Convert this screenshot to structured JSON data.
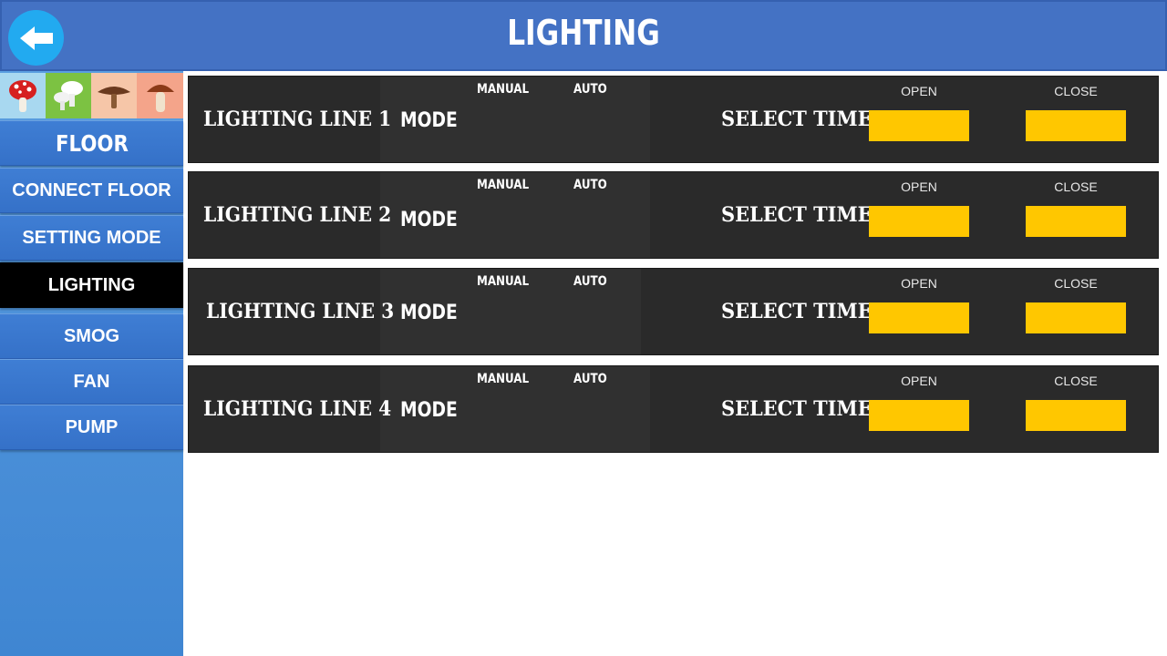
{
  "header": {
    "title": "LIGHTING"
  },
  "sidebar": {
    "floor_label": "FLOOR",
    "items": [
      {
        "label": "CONNECT FLOOR"
      },
      {
        "label": "SETTING MODE"
      },
      {
        "label": "LIGHTING"
      },
      {
        "label": "SMOG"
      },
      {
        "label": "FAN"
      },
      {
        "label": "PUMP"
      }
    ]
  },
  "rows": [
    {
      "line": "LIGHTING LINE 1",
      "mode": "MODE",
      "manual": "MANUAL",
      "auto": "AUTO",
      "select_time": "SELECT TIME",
      "open": "OPEN",
      "close": "CLOSE"
    },
    {
      "line": "LIGHTING LINE 2",
      "mode": "MODE",
      "manual": "MANUAL",
      "auto": "AUTO",
      "select_time": "SELECT TIME",
      "open": "OPEN",
      "close": "CLOSE"
    },
    {
      "line": "LIGHTING LINE 3",
      "mode": "MODE",
      "manual": "MANUAL",
      "auto": "AUTO",
      "select_time": "SELECT TIME",
      "open": "OPEN",
      "close": "CLOSE"
    },
    {
      "line": "LIGHTING LINE 4",
      "mode": "MODE",
      "manual": "MANUAL",
      "auto": "AUTO",
      "select_time": "SELECT TIME",
      "open": "OPEN",
      "close": "CLOSE"
    }
  ],
  "colors": {
    "header_bg": "#4472c4",
    "back_button": "#22aaf0",
    "sidebar_item": "#3f7ed4",
    "active_item": "#000000",
    "row_bg": "#2a2a2a",
    "time_box": "#ffc700"
  },
  "icons": {
    "back": "arrow-left-icon",
    "mushrooms": [
      "red-mushroom-icon",
      "white-mushroom-icon",
      "brown-mushroom-icon",
      "bolete-mushroom-icon"
    ]
  }
}
